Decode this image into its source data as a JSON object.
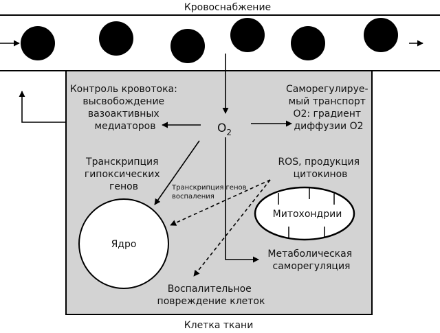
{
  "labels": {
    "blood_supply": "Кровоснабжение",
    "tissue_cell": "Клетка ткани",
    "o2_main": "O",
    "o2_sub": "2",
    "nucleus": "Ядро",
    "mitochondria": "Митохондрии",
    "blood_flow_control": [
      "Контроль кровотока:",
      "высвобождение",
      "вазоактивных",
      "медиаторов"
    ],
    "o2_transport": [
      "Саморегулируе-",
      "мый транспорт",
      "O2: градиент",
      "диффузии O2"
    ],
    "hypoxic_transcription": [
      "Транскрипция",
      "гипоксических",
      "генов"
    ],
    "inflammation_transcription": [
      "Транскрипция генов",
      "воспаления"
    ],
    "ros": [
      "ROS, продукция",
      "цитокинов"
    ],
    "metabolic": [
      "Метаболическая",
      "саморегуляция"
    ],
    "damage": [
      "Воспалительное",
      "повреждение клеток"
    ]
  },
  "colors": {
    "cell_fill": "#d3d3d3",
    "ink": "#000000",
    "background": "#ffffff"
  }
}
